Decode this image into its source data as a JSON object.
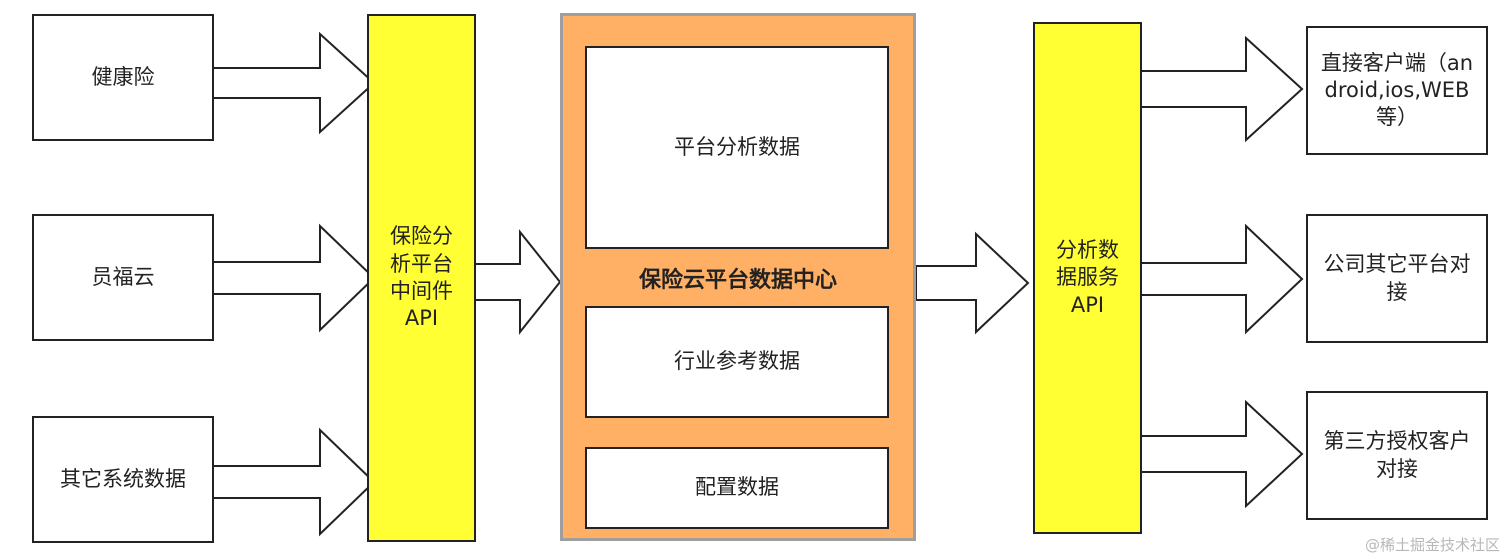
{
  "sources": [
    {
      "id": "health",
      "label": "健康险"
    },
    {
      "id": "welfare",
      "label": "员福云"
    },
    {
      "id": "other",
      "label": "其它系统数据"
    }
  ],
  "middleware": {
    "label": "保险分析平台中间件API"
  },
  "center": {
    "title": "保险云平台数据中心",
    "items": [
      {
        "id": "platform",
        "label": "平台分析数据"
      },
      {
        "id": "industry",
        "label": "行业参考数据"
      },
      {
        "id": "config",
        "label": "配置数据"
      }
    ]
  },
  "service": {
    "label": "分析数据服务API"
  },
  "targets": [
    {
      "id": "client",
      "label": "直接客户端（android,ios,WEB等）"
    },
    {
      "id": "company",
      "label": "公司其它平台对接"
    },
    {
      "id": "third",
      "label": "第三方授权客户对接"
    }
  ],
  "watermark": "@稀土掘金技术社区",
  "colors": {
    "middleware": "#ffff33",
    "center": "#ffb065",
    "center_border": "#9e9e9e",
    "arrow_fill": "#ffffff",
    "stroke": "#222222"
  }
}
